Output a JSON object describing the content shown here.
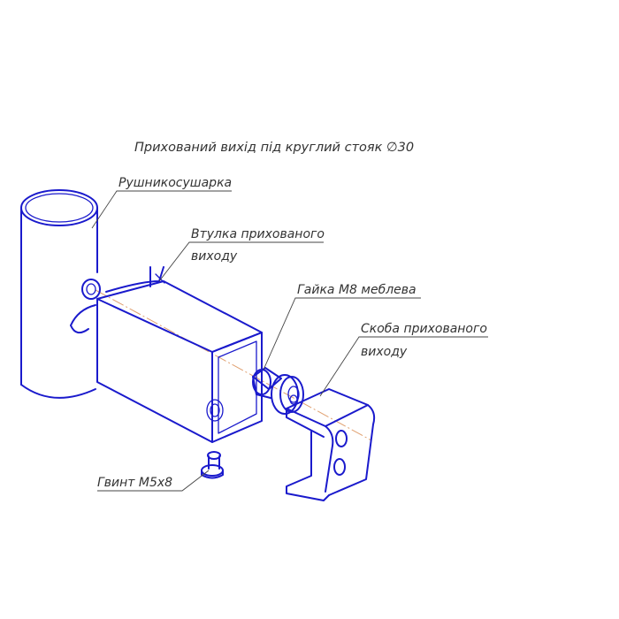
{
  "title": "Прихований вихід під круглий стояк ∅30",
  "labels": {
    "towel_dryer": "Рушникосушарка",
    "sleeve_line1": "Втулка прихованого",
    "sleeve_line2": "виходу",
    "nut": "Гайка М8 меблева",
    "bracket_line1": "Скоба прихованого",
    "bracket_line2": "виходу",
    "screw": "Гвинт М5х8"
  },
  "colors": {
    "part_stroke": "#1a1acc",
    "label_text": "#333333",
    "axis_line": "#e0a070"
  }
}
